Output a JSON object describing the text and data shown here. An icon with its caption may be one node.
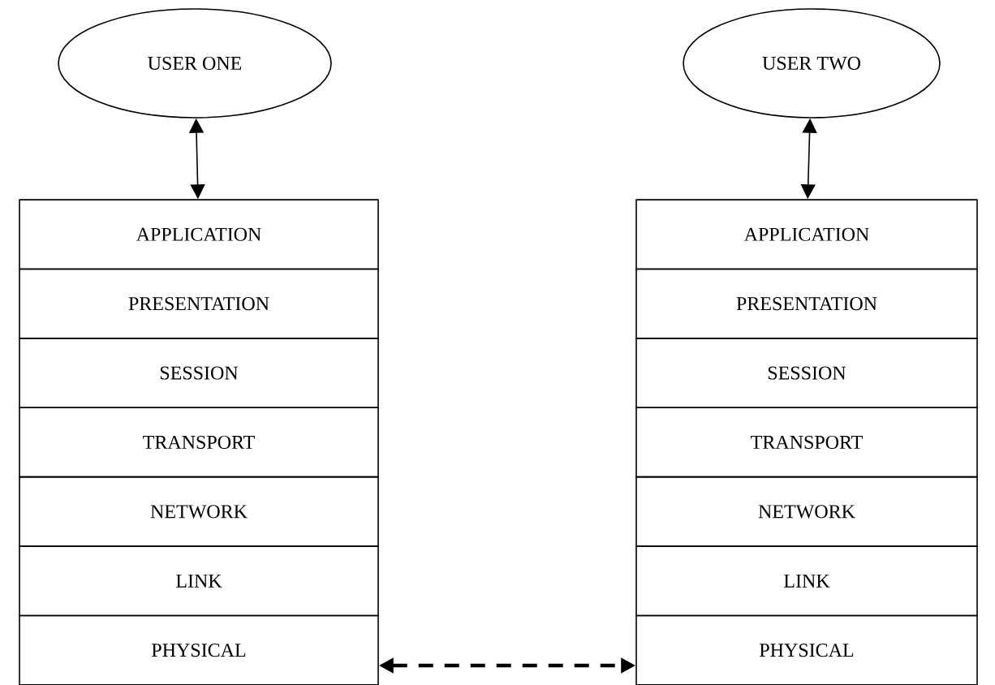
{
  "diagram": {
    "nodes": [
      {
        "text": [
          "USER ONE"
        ]
      },
      {
        "text": [
          "APPLICATION"
        ]
      },
      {
        "text": [
          "PRESENTATION"
        ]
      },
      {
        "text": [
          "SESSION"
        ]
      },
      {
        "text": [
          "TRANSPORT"
        ]
      },
      {
        "text": [
          "NETWORK"
        ]
      },
      {
        "text": [
          "LINK"
        ]
      },
      {
        "text": [
          "PHYSICAL"
        ]
      },
      {
        "text": [
          "USER TWO"
        ]
      },
      {
        "text": [
          "APPLICATION"
        ]
      },
      {
        "text": [
          "PRESENTATION"
        ]
      },
      {
        "text": [
          "SESSION"
        ]
      },
      {
        "text": [
          "TRANSPORT"
        ]
      },
      {
        "text": [
          "NETWORK"
        ]
      },
      {
        "text": [
          "LINK"
        ]
      },
      {
        "text": [
          "PHYSICAL"
        ]
      }
    ],
    "edges": [
      {
        "from": 0,
        "to": 1,
        "arrow": "both"
      },
      {
        "from": 8,
        "to": 9,
        "arrow": "both"
      },
      {
        "from": 7,
        "to": 15,
        "arrow": "both",
        "style": "dashed"
      }
    ]
  }
}
